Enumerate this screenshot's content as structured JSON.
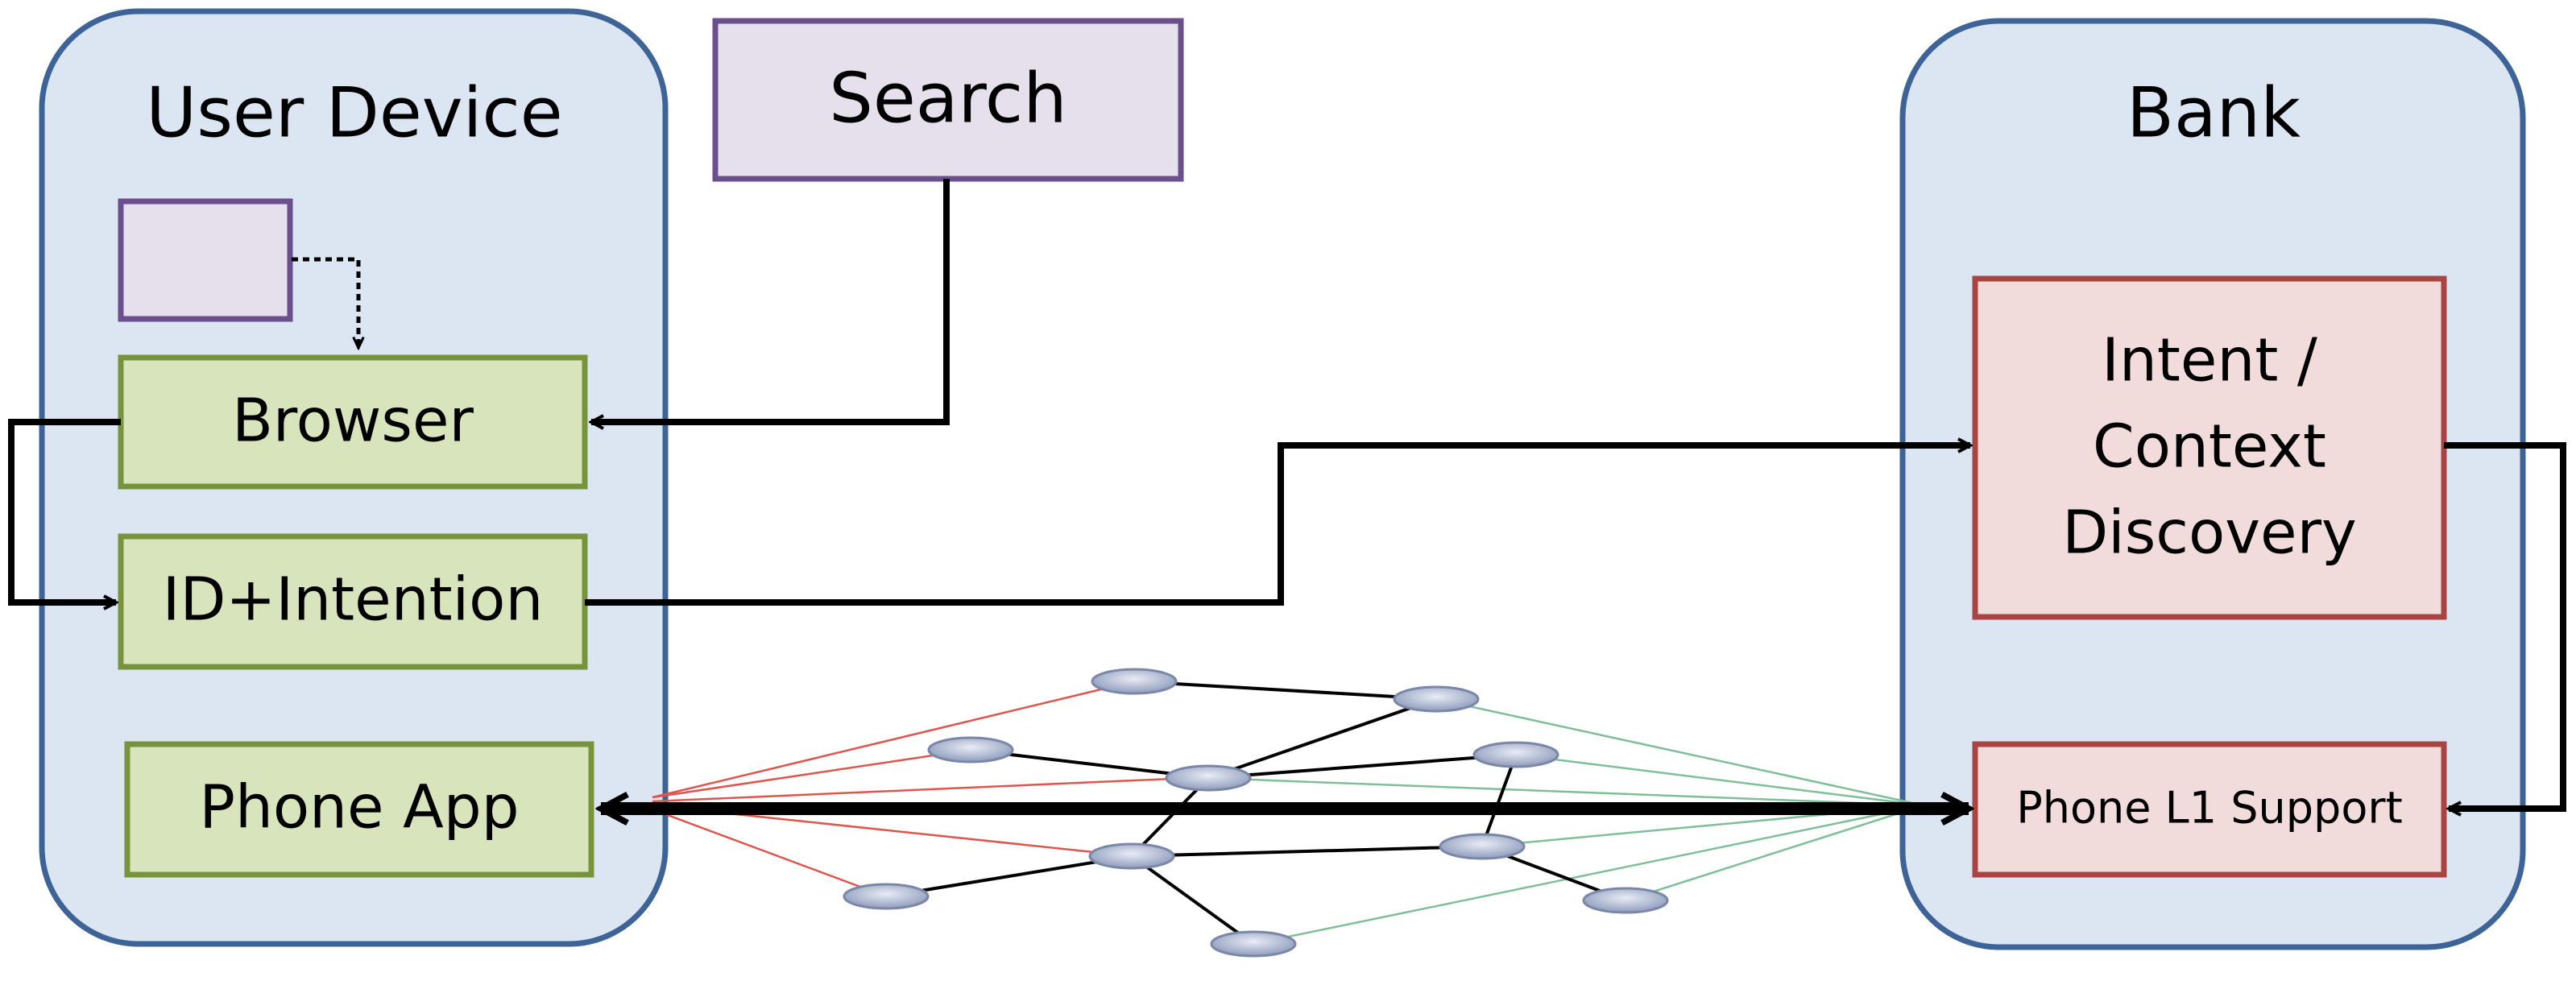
{
  "user_device": {
    "title": "User Device",
    "browser_label": "Browser",
    "id_intention_label": "ID+Intention",
    "phone_app_label": "Phone App",
    "small_box_label": ""
  },
  "search": {
    "label": "Search"
  },
  "bank": {
    "title": "Bank",
    "intent_line1": "Intent /",
    "intent_line2": "Context",
    "intent_line3": "Discovery",
    "phone_support_label": "Phone L1 Support"
  },
  "colors": {
    "container_fill": "#dce6f2",
    "container_stroke": "#3e6497",
    "search_fill": "#e6e0ec",
    "search_stroke": "#6a4f8c",
    "green_fill": "#d8e4bc",
    "green_stroke": "#77933c",
    "red_fill": "#f2dcdb",
    "red_stroke": "#a84543",
    "node_fill": "#b4bfd8",
    "red_link": "#e0544e",
    "green_link": "#7fbf98"
  }
}
